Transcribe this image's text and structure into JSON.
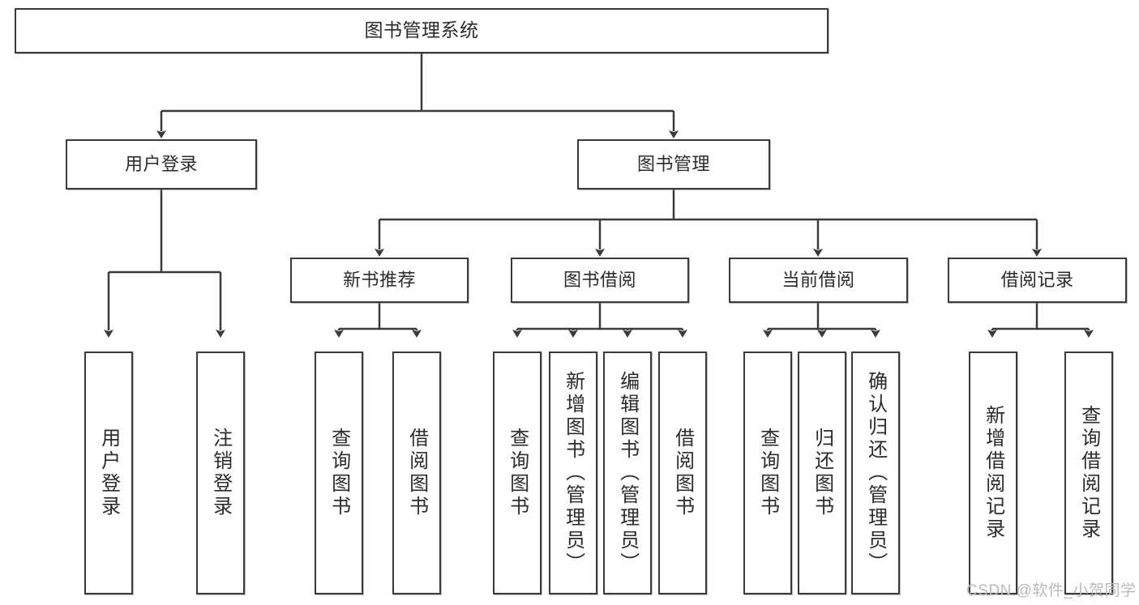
{
  "diagram": {
    "title": "图书管理系统",
    "watermark": "CSDN @软件_小贺同学",
    "colors": {
      "stroke": "#3a3a3a",
      "text": "#2b2b2b",
      "background": "#ffffff",
      "watermark": "#b9b9b9"
    },
    "nodes": {
      "root": {
        "label": "图书管理系统"
      },
      "level1": [
        {
          "label": "用户登录"
        },
        {
          "label": "图书管理"
        }
      ],
      "level2": [
        {
          "label": "新书推荐"
        },
        {
          "label": "图书借阅"
        },
        {
          "label": "当前借阅"
        },
        {
          "label": "借阅记录"
        }
      ],
      "leaves_user_login": [
        {
          "label": "用户登录"
        },
        {
          "label": "注销登录"
        }
      ],
      "leaves_new_book": [
        {
          "label": "查询图书"
        },
        {
          "label": "借阅图书"
        }
      ],
      "leaves_borrow": [
        {
          "label": "查询图书"
        },
        {
          "label": "新增图书（管理员）"
        },
        {
          "label": "编辑图书（管理员）"
        },
        {
          "label": "借阅图书"
        }
      ],
      "leaves_current": [
        {
          "label": "查询图书"
        },
        {
          "label": "归还图书"
        },
        {
          "label": "确认归还（管理员）"
        }
      ],
      "leaves_record": [
        {
          "label": "新增借阅记录"
        },
        {
          "label": "查询借阅记录"
        }
      ]
    }
  }
}
